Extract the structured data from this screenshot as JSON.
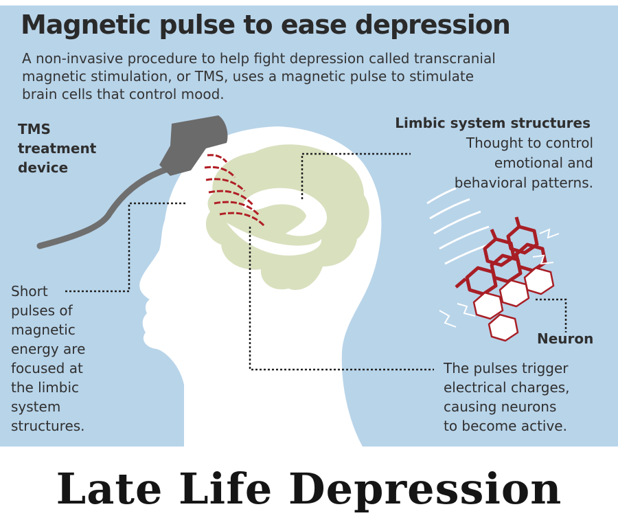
{
  "title": "Magnetic pulse to ease depression",
  "intro": [
    "A non-invasive procedure to help fight depression called transcranial",
    "magnetic stimulation, or TMS, uses a magnetic pulse to stimulate",
    "brain cells that control mood."
  ],
  "labels": {
    "tms_device": [
      "TMS",
      "treatment",
      "device"
    ],
    "limbic_title": "Limbic system structures",
    "limbic_desc": [
      "Thought to control",
      "emotional and",
      "behavioral patterns."
    ],
    "short_pulses": [
      "Short",
      "pulses of",
      "magnetic",
      "energy are",
      "focused at",
      "the limbic",
      "system",
      "structures."
    ],
    "neuron": "Neuron",
    "pulses_trigger": [
      "The pulses trigger",
      "electrical charges,",
      "causing neurons",
      "to become active."
    ]
  },
  "banner": "Late Life Depression",
  "colors": {
    "background": "#b8d4e9",
    "head": "#ffffff",
    "brain": "#d9e0be",
    "device": "#6b6b6b",
    "pulse": "#b01e25",
    "neuron": "#a81e25"
  }
}
